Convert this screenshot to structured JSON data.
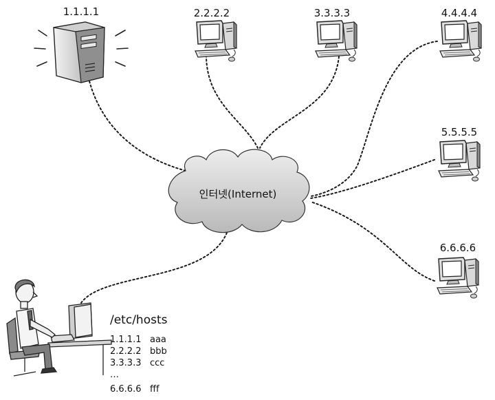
{
  "cloud": {
    "label": "인터넷(Internet)"
  },
  "server": {
    "ip": "1.1.1.1"
  },
  "computers": [
    {
      "ip": "2.2.2.2"
    },
    {
      "ip": "3.3.3.3"
    },
    {
      "ip": "4.4.4.4"
    },
    {
      "ip": "5.5.5.5"
    },
    {
      "ip": "6.6.6.6"
    }
  ],
  "hosts_file": {
    "title": "/etc/hosts",
    "entries": [
      {
        "ip": "1.1.1.1",
        "name": "aaa"
      },
      {
        "ip": "2.2.2.2",
        "name": "bbb"
      },
      {
        "ip": "3.3.3.3",
        "name": "ccc"
      },
      {
        "ip": "…",
        "name": ""
      },
      {
        "ip": "6.6.6.6",
        "name": "fff"
      }
    ]
  }
}
